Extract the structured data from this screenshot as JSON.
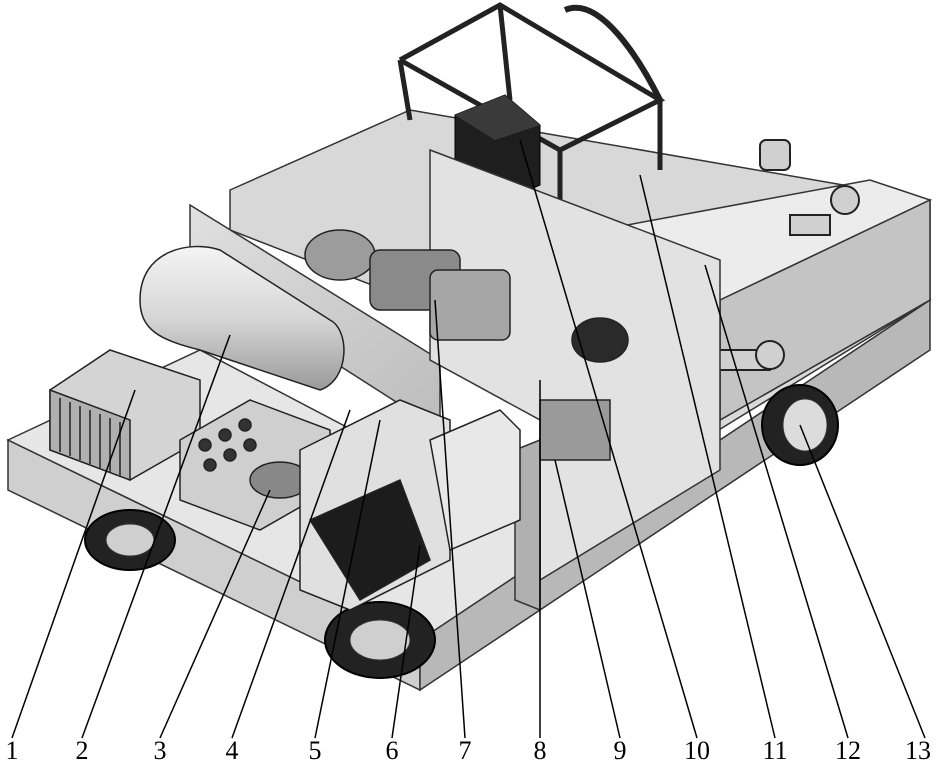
{
  "figure": {
    "labels": [
      "1",
      "2",
      "3",
      "4",
      "5",
      "6",
      "7",
      "8",
      "9",
      "10",
      "11",
      "12",
      "13"
    ],
    "colors": {
      "ink": "#000000",
      "steel": "#bdbdbd",
      "dark": "#2a2a2a",
      "panel": "#e4e4e4"
    }
  }
}
